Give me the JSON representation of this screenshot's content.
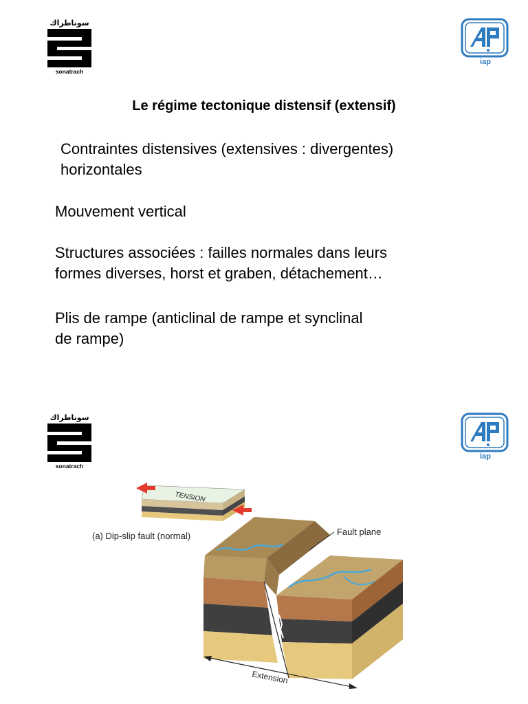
{
  "slide1": {
    "logo_left": {
      "arabic": "سوناطراك",
      "name": "sonatrach"
    },
    "logo_right": {
      "name": "iap"
    },
    "title": "Le régime tectonique distensif  (extensif)",
    "paragraphs": [
      "Contraintes distensives (extensives : divergentes)\nhorizontales",
      "Mouvement vertical",
      "Structures associées : failles normales  dans leurs\nformes diverses, horst et graben, détachement…",
      "Plis de rampe (anticlinal de rampe et synclinal\nde rampe)"
    ]
  },
  "slide2": {
    "logo_left": {
      "arabic": "سوناطراك",
      "name": "sonatrach"
    },
    "logo_right": {
      "name": "iap"
    },
    "diagram": {
      "inset_label": "TENSION",
      "caption": "(a) Dip-slip fault (normal)",
      "fault_label": "Fault plane",
      "extension_label": "Extension"
    }
  },
  "colors": {
    "iap_blue": "#2f7bc0",
    "arrow_red": "#e23b2e",
    "soil_brown": "#b5784a",
    "river_blue": "#4aa8d8"
  }
}
